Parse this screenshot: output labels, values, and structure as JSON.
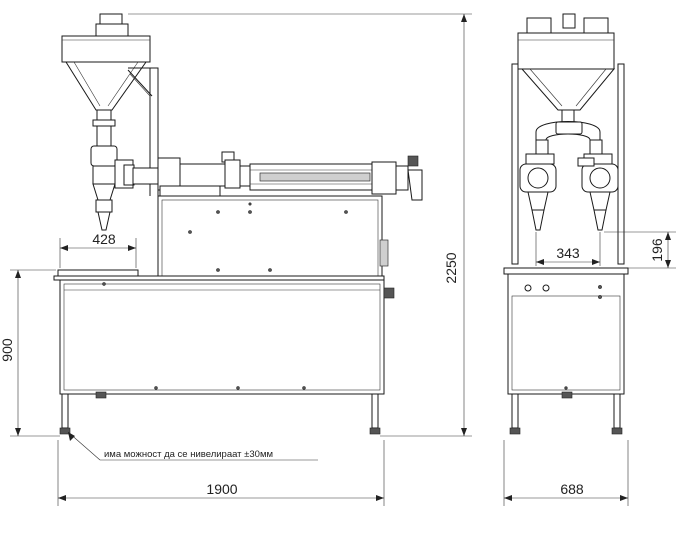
{
  "dimensions": {
    "front_width": "1900",
    "side_width": "688",
    "total_height": "2250",
    "table_height": "900",
    "hopper_offset": "428",
    "side_spacing": "343",
    "side_height": "196"
  },
  "note": "има можност да се нивелираат ±30мм"
}
